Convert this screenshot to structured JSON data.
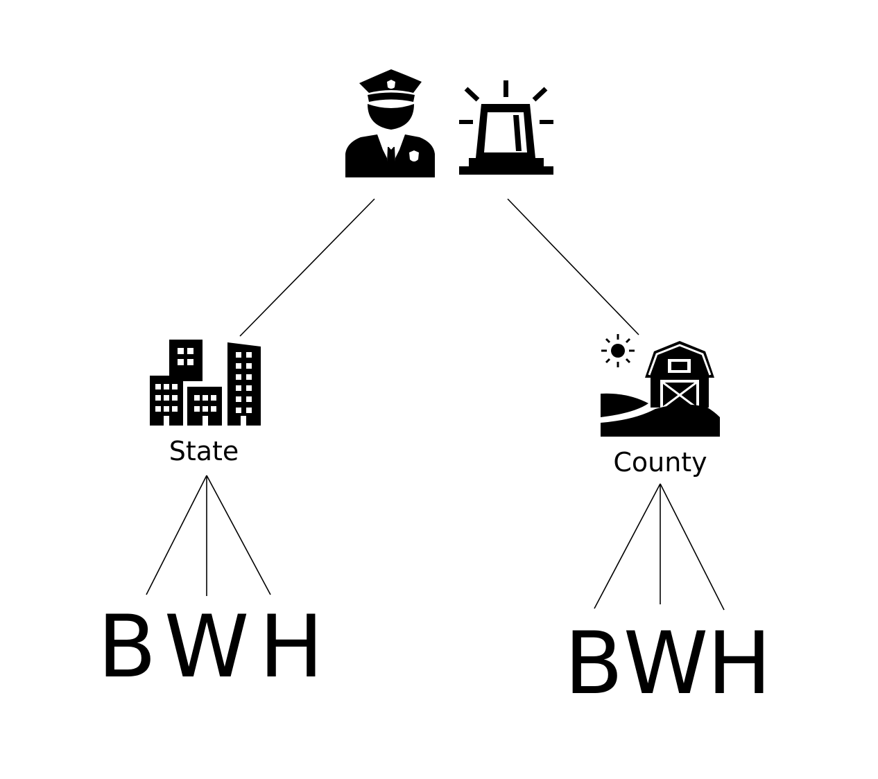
{
  "icons": {
    "top": [
      "police-officer-icon",
      "siren-light-icon"
    ],
    "state": "city-buildings-icon",
    "county": "farm-barn-icon"
  },
  "nodes": {
    "state_label": "State",
    "county_label": "County"
  },
  "leaves": {
    "state": [
      "B",
      "W",
      "H"
    ],
    "county": [
      "B",
      "W",
      "H"
    ]
  },
  "colors": {
    "ink": "#000000",
    "background": "#ffffff"
  }
}
